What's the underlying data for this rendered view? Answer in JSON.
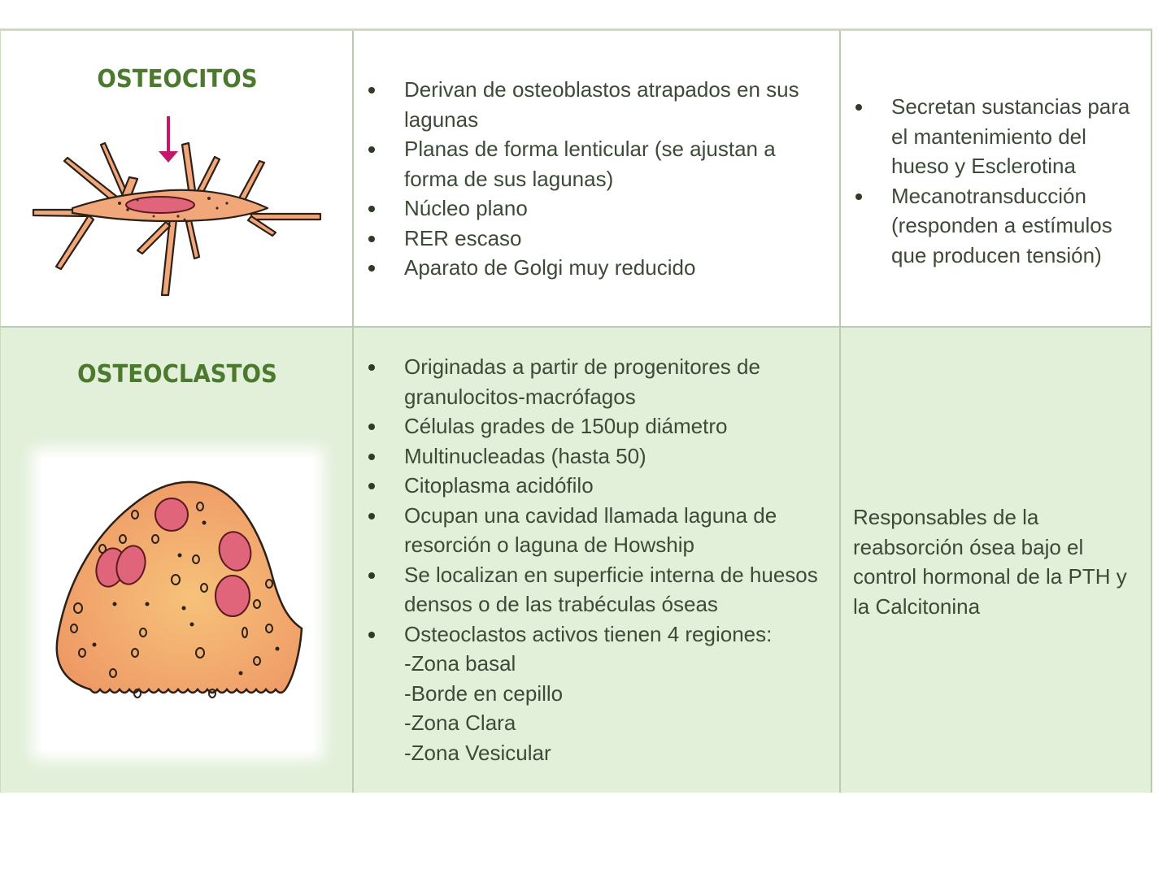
{
  "table": {
    "colors": {
      "title_green": "#4b7a2e",
      "row_alt_background": "#e2efd9",
      "border": "#b9ccae",
      "text": "#3e4a38",
      "cell_body": "#f2a77a",
      "nucleus": "#e05a74",
      "arrow": "#c2186b"
    },
    "rows": [
      {
        "title": "OSTEOCITOS",
        "image": "osteocyte-illustration",
        "features": [
          "Derivan de osteoblastos atrapados en sus lagunas",
          "Planas de forma lenticular (se ajustan a forma de sus lagunas)",
          "Núcleo plano",
          "RER escaso",
          "Aparato de Golgi muy reducido"
        ],
        "functions": [
          "Secretan sustancias para el mantenimiento del hueso y Esclerotina",
          "Mecanotransducción (responden a estímulos que producen tensión)"
        ]
      },
      {
        "title": "OSTEOCLASTOS",
        "image": "osteoclast-illustration",
        "features": [
          "Originadas a partir de progenitores de granulocitos-macrófagos",
          "Células grades de 150up diámetro",
          "Multinucleadas (hasta 50)",
          "Citoplasma acidófilo",
          "Ocupan una cavidad llamada laguna de resorción o laguna de Howship",
          "Se localizan en superficie interna de huesos densos o de las trabéculas óseas",
          "Osteoclastos activos tienen 4 regiones:"
        ],
        "regions": [
          "-Zona basal",
          "-Borde en cepillo",
          "-Zona Clara",
          "-Zona Vesicular"
        ],
        "function_text": "Responsables de la reabsorción ósea bajo el control hormonal de la PTH y la Calcitonina"
      }
    ]
  }
}
